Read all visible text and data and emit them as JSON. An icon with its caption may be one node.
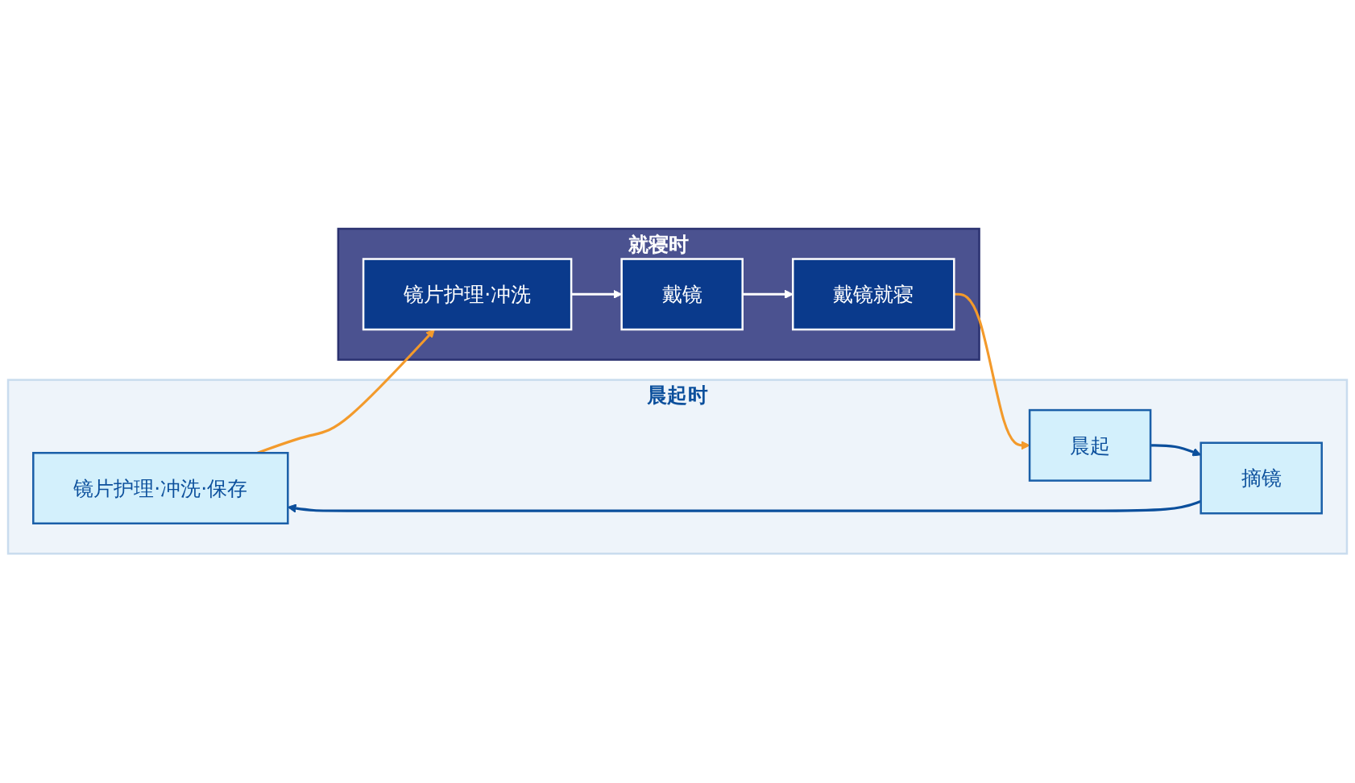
{
  "diagram": {
    "nodes": [
      {
        "text": [
          "晨起时"
        ]
      },
      {
        "text": [
          "镜片护理·冲洗·保存"
        ],
        "in": 0
      },
      {
        "text": [
          "摘镜"
        ],
        "in": 0
      },
      {
        "text": [
          "晨起"
        ],
        "in": 0
      },
      {
        "text": [
          "就寝时"
        ]
      },
      {
        "text": [
          "镜片护理·冲洗"
        ],
        "in": 4
      },
      {
        "text": [
          "戴镜"
        ],
        "in": 4
      },
      {
        "text": [
          "戴镜就寝"
        ],
        "in": 4
      }
    ],
    "edges": [
      {
        "from": 3,
        "to": 2,
        "arrow": "to",
        "color": "#0b4f9c"
      },
      {
        "from": 2,
        "to": 1,
        "arrow": "to",
        "color": "#0b4f9c"
      },
      {
        "from": 1,
        "to": 5,
        "arrow": "to",
        "color": "#f39a2b"
      },
      {
        "from": 5,
        "to": 6,
        "arrow": "to",
        "color": "#ffffff"
      },
      {
        "from": 6,
        "to": 7,
        "arrow": "to",
        "color": "#ffffff"
      },
      {
        "from": 7,
        "to": 3,
        "arrow": "to",
        "color": "#f39a2b"
      }
    ]
  }
}
